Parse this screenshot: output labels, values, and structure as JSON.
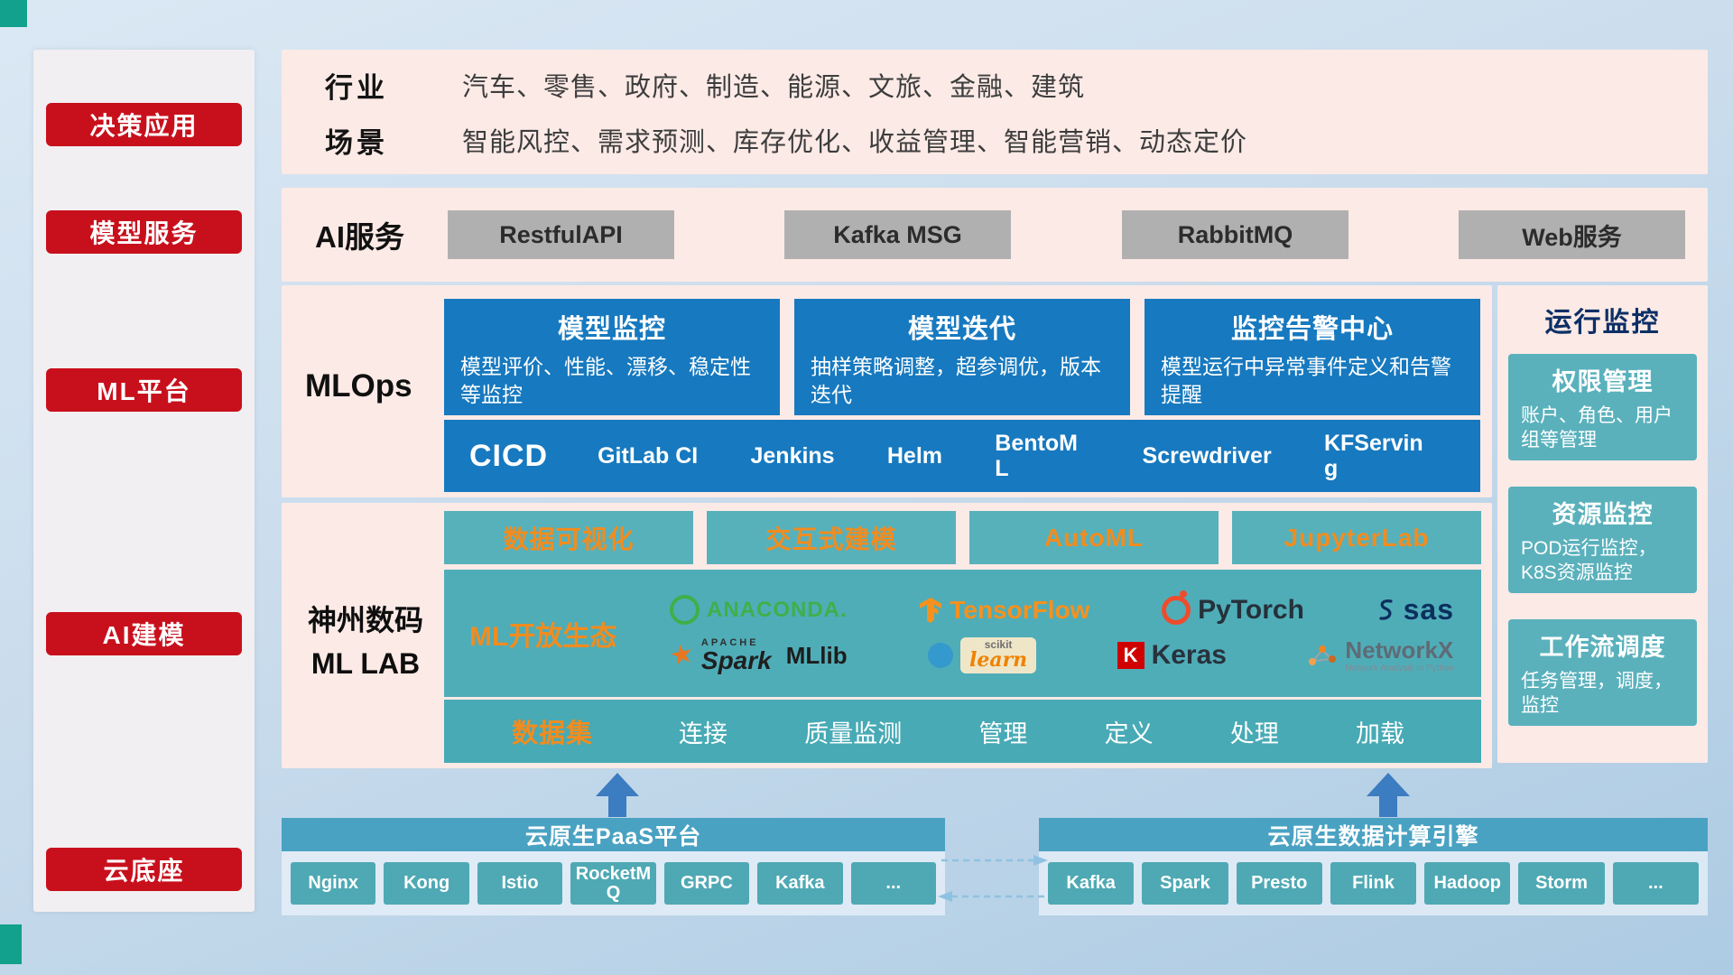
{
  "sidebar": {
    "items": [
      "决策应用",
      "模型服务",
      "ML平台",
      "AI建模",
      "云底座"
    ]
  },
  "overview": {
    "industry_label": "行业",
    "industry_text": "汽车、零售、政府、制造、能源、文旅、金融、建筑",
    "scenario_label": "场景",
    "scenario_text": "智能风控、需求预测、库存优化、收益管理、智能营销、动态定价"
  },
  "ai_service": {
    "label": "AI服务",
    "buttons": [
      "RestfulAPI",
      "Kafka MSG",
      "RabbitMQ",
      "Web服务"
    ]
  },
  "mlops": {
    "label": "MLOps",
    "cards": [
      {
        "title": "模型监控",
        "desc": "模型评价、性能、漂移、稳定性等监控"
      },
      {
        "title": "模型迭代",
        "desc": "抽样策略调整，超参调优，版本迭代"
      },
      {
        "title": "监控告警中心",
        "desc": "模型运行中异常事件定义和告警提醒"
      }
    ],
    "cicd_label": "CICD",
    "cicd_items": [
      "GitLab CI",
      "Jenkins",
      "Helm",
      "BentoML",
      "Screwdriver",
      "KFServing"
    ]
  },
  "monitor_panel": {
    "title": "运行监控",
    "cards": [
      {
        "title": "权限管理",
        "desc": "账户、角色、用户组等管理"
      },
      {
        "title": "资源监控",
        "desc": "POD运行监控，K8S资源监控"
      },
      {
        "title": "工作流调度",
        "desc": "任务管理，调度，监控"
      }
    ]
  },
  "mllab": {
    "label_line1": "神州数码",
    "label_line2": "ML LAB",
    "tools": [
      "数据可视化",
      "交互式建模",
      "AutoML",
      "JupyterLab"
    ],
    "ecosystem_label": "ML开放生态",
    "logos": {
      "anaconda": "ANACONDA.",
      "tensorflow": "TensorFlow",
      "pytorch": "PyTorch",
      "sas": "sas",
      "apache": "APACHE",
      "spark": "Spark",
      "mllib": "MLlib",
      "scikit_top": "scikit",
      "scikit_main": "learn",
      "keras_letter": "K",
      "keras": "Keras",
      "networkx": "NetworkX",
      "networkx_sub": "Network Analysis in Python"
    },
    "dataset_label": "数据集",
    "dataset_items": [
      "连接",
      "质量监测",
      "管理",
      "定义",
      "处理",
      "加载"
    ]
  },
  "foundation": {
    "paas": {
      "title": "云原生PaaS平台",
      "items": [
        "Nginx",
        "Kong",
        "Istio",
        "RocketMQ",
        "GRPC",
        "Kafka",
        "..."
      ]
    },
    "engine": {
      "title": "云原生数据计算引擎",
      "items": [
        "Kafka",
        "Spark",
        "Presto",
        "Flink",
        "Hadoop",
        "Storm",
        "..."
      ]
    }
  },
  "colors": {
    "accent_red": "#c8101c",
    "deep_blue": "#1779bf",
    "teal": "#4fadb8",
    "orange": "#f18c1f",
    "panel_pink": "#fceae6",
    "header_blue": "#4aa2c2"
  }
}
